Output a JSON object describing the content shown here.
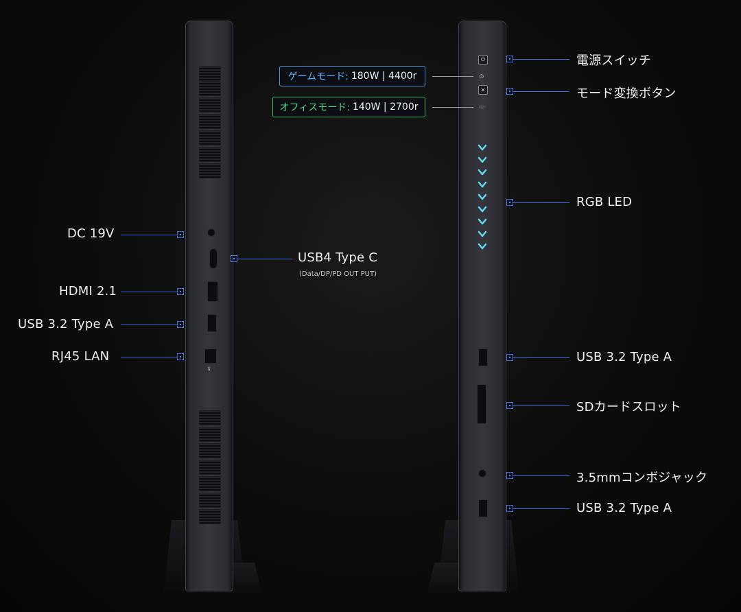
{
  "left_labels": {
    "dc": "DC 19V",
    "hdmi": "HDMI 2.1",
    "usb_a": "USB 3.2 Type A",
    "lan": "RJ45 LAN",
    "usb4": "USB4 Type C",
    "usb4_sub": "(Data/DP/PD OUT PUT)"
  },
  "modes": {
    "game_label": "ゲームモード:",
    "game_value": "180W | 4400r",
    "office_label": "オフィスモード:",
    "office_value": "140W | 2700r"
  },
  "right_labels": {
    "power": "電源スイッチ",
    "mode_switch": "モード変換ボタン",
    "rgb": "RGB LED",
    "usb_a_1": "USB 3.2 Type A",
    "sd": "SDカードスロット",
    "audio": "3.5mmコンボジャック",
    "usb_a_2": "USB 3.2 Type A"
  },
  "colors": {
    "leader_line": "#3a6dd8",
    "game_accent": "#5db3ff",
    "office_accent": "#4fd77f",
    "led": "#5fd8f0"
  }
}
